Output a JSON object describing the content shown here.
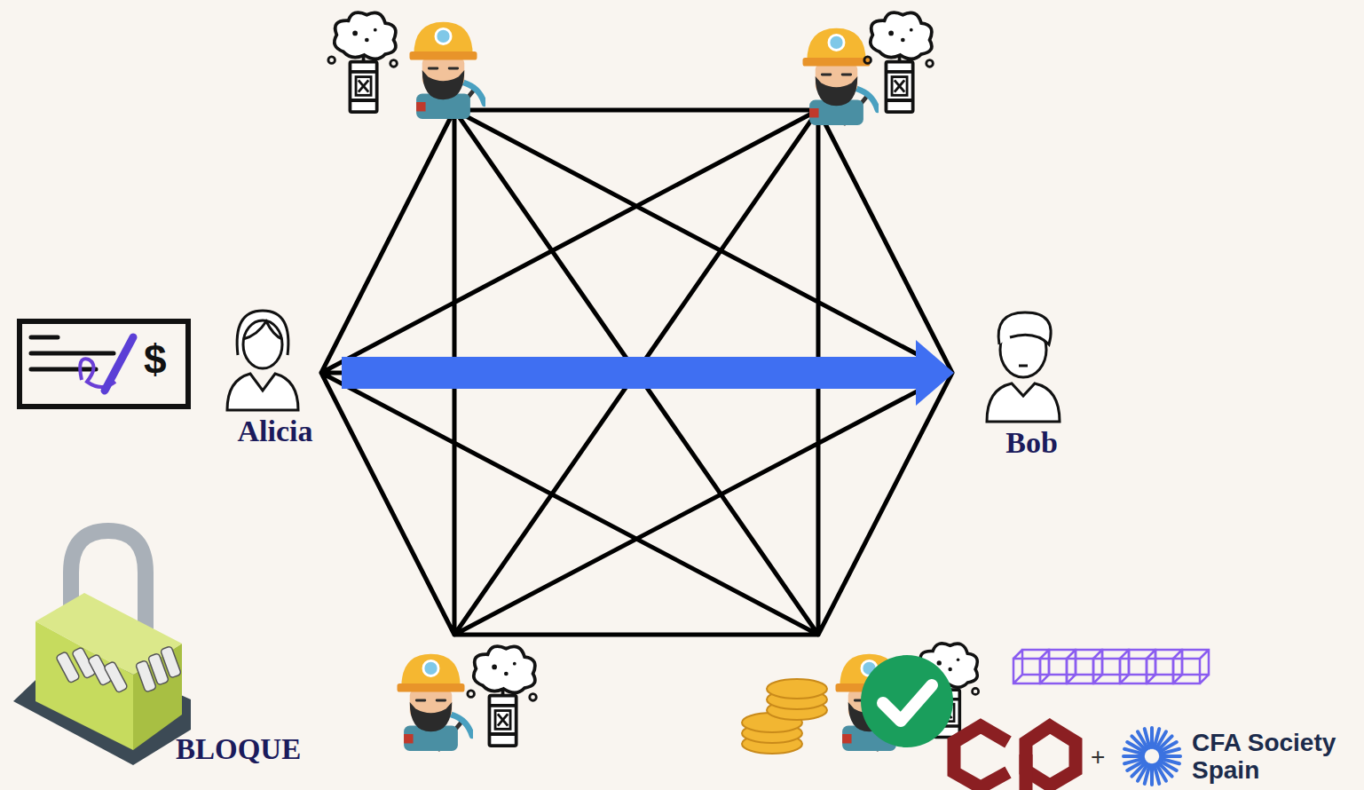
{
  "diagram": {
    "nodes": [
      {
        "text": [
          "Alicia"
        ]
      },
      {
        "text": [
          "Bob"
        ]
      }
    ],
    "edges": [
      {
        "from": 0,
        "to": 1,
        "arrow": "to"
      }
    ],
    "labels": [
      "$",
      "BLOQUE",
      "+",
      "CFA Society Spain"
    ]
  }
}
